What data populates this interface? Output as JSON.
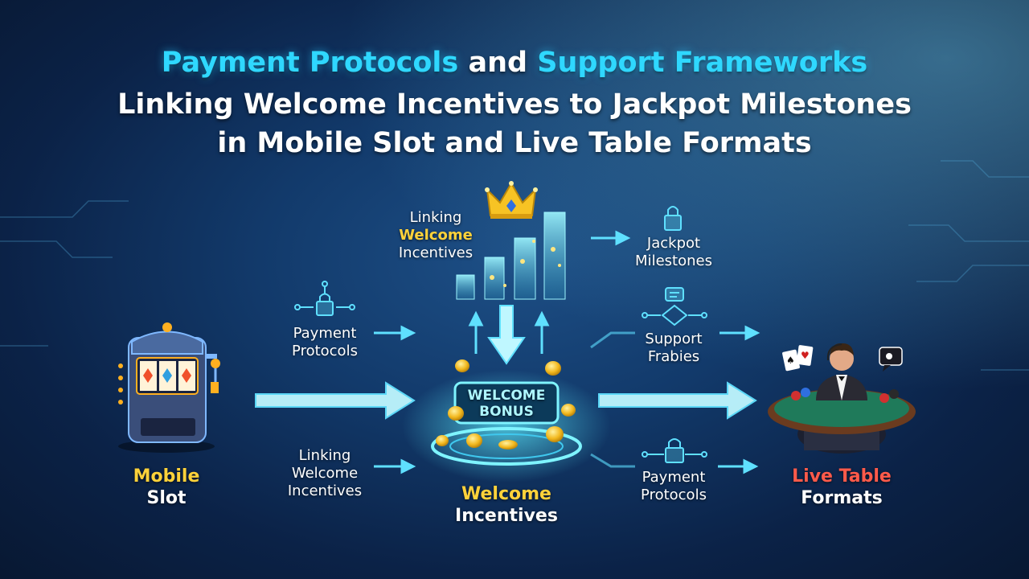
{
  "title": {
    "line1_part1": "Payment Protocols",
    "line1_part2": "and",
    "line1_part3": "Support Frameworks",
    "line2": "Linking Welcome Incentives to Jackpot Milestones",
    "line3": "in Mobile Slot and Live Table Formats"
  },
  "nodes": {
    "mobile_slot": {
      "line1": "Mobile",
      "line2": "Slot"
    },
    "welcome_incentives": {
      "line1": "Welcome",
      "line2": "Incentives",
      "sign_line1": "WELCOME",
      "sign_line2": "BONUS"
    },
    "live_table": {
      "line1": "Live Table",
      "line2": "Formats"
    },
    "jackpot_milestones": {
      "line1": "Jackpot",
      "line2": "Milestones"
    },
    "top_linking": {
      "line1": "Linking",
      "line2": "Welcome",
      "line3": "Incentives"
    }
  },
  "labels": {
    "payment_left": {
      "line1": "Payment",
      "line2": "Protocols"
    },
    "linking_left": {
      "line1": "Linking",
      "line2": "Welcome",
      "line3": "Incentives"
    },
    "support_right": {
      "line1": "Support",
      "line2": "Frabies"
    },
    "payment_right": {
      "line1": "Payment",
      "line2": "Protocols"
    }
  },
  "colors": {
    "accent_cyan": "#2fd8ff",
    "highlight_yellow": "#ffd23a",
    "highlight_red": "#ff5a4a",
    "background": "#123a6b"
  },
  "icons": [
    "slot-machine-icon",
    "crown-icon",
    "lock-icon",
    "chat-icon",
    "dealer-icon",
    "coin-icon"
  ]
}
